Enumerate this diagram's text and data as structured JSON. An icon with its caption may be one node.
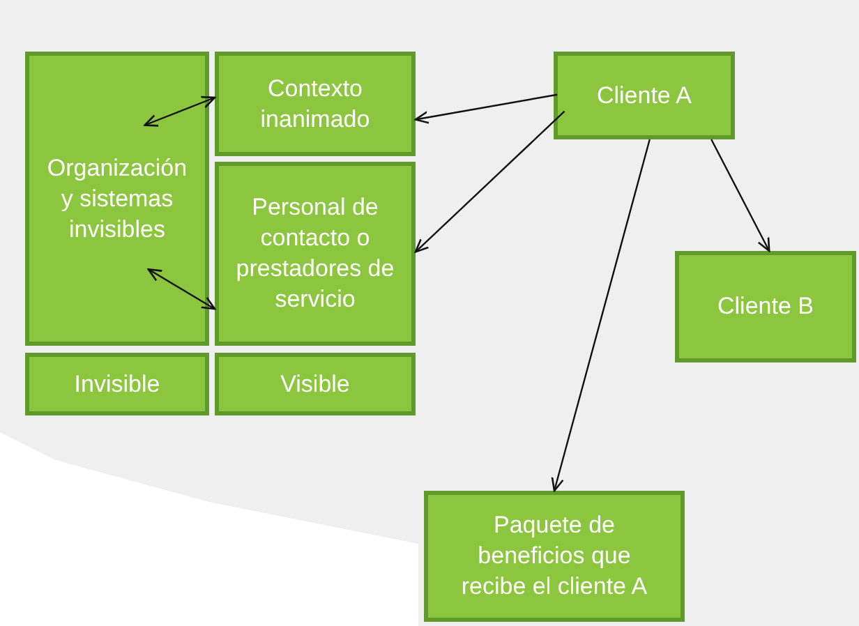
{
  "diagram": {
    "nodes": [
      {
        "text": [
          "Organización y sistemas invisibles"
        ]
      },
      {
        "text": [
          "Contexto inanimado"
        ]
      },
      {
        "text": [
          "Personal de contacto o prestadores de servicio"
        ]
      },
      {
        "text": [
          "Invisible"
        ]
      },
      {
        "text": [
          "Visible"
        ]
      },
      {
        "text": [
          "Cliente A"
        ]
      },
      {
        "text": [
          "Cliente B"
        ]
      },
      {
        "text": [
          "Paquete de beneficios que recibe el cliente A"
        ]
      }
    ],
    "edges": [
      {
        "from": 0,
        "to": 1,
        "arrow": "both"
      },
      {
        "from": 0,
        "to": 2,
        "arrow": "both"
      },
      {
        "from": 5,
        "to": 1,
        "arrow": "to"
      },
      {
        "from": 5,
        "to": 2,
        "arrow": "to"
      },
      {
        "from": 5,
        "to": 6,
        "arrow": "to"
      },
      {
        "from": 5,
        "to": 7,
        "arrow": "to"
      }
    ]
  }
}
